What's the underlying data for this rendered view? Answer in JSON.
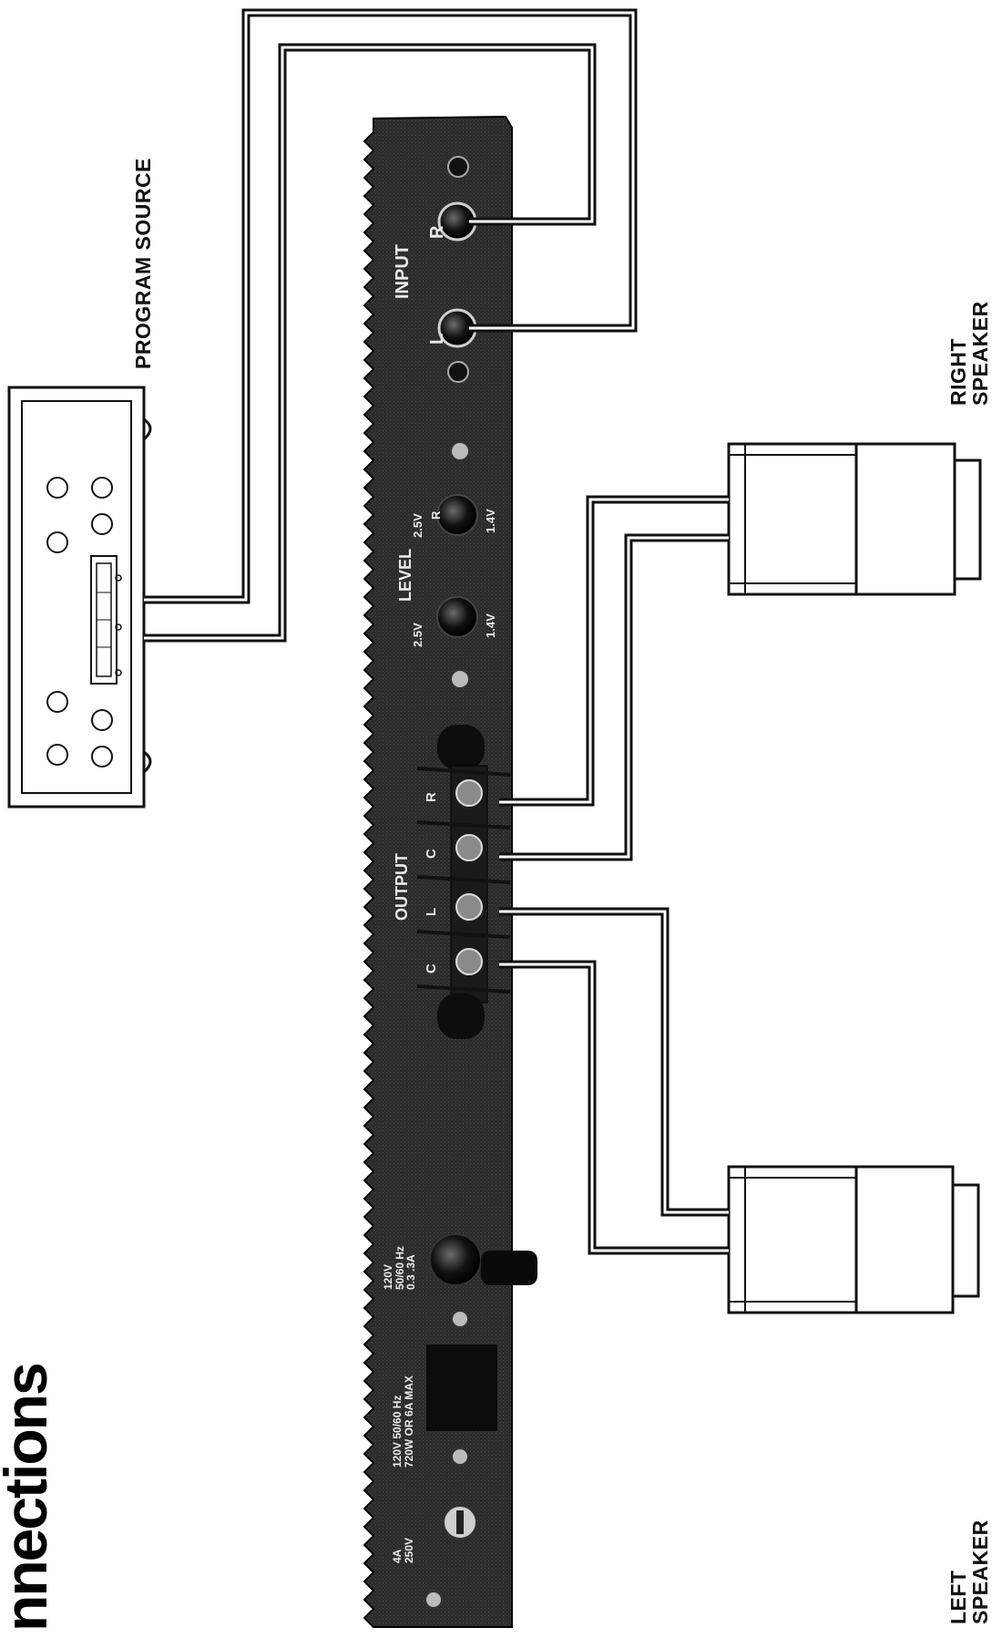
{
  "title": "nnections",
  "program_source": {
    "label": "PROGRAM SOURCE"
  },
  "speakers": {
    "right_label": "RIGHT\nSPEAKER",
    "left_label": "LEFT\nSPEAKER"
  },
  "panel": {
    "input_label": "INPUT",
    "input_left": "L",
    "input_right": "R",
    "level_label": "LEVEL",
    "level_left_top": "2.5V",
    "level_left_bottom": "1.4V",
    "level_right_top": "2.5V",
    "level_right_r": "R",
    "level_right_bottom": "1.4V",
    "output_label": "OUTPUT",
    "output_terminals": [
      "R",
      "C",
      "L",
      "C"
    ],
    "power_rating": "120V\n50/60 Hz\n0.3 .3A",
    "outlet_rating": "120V 50/60 Hz\n720W OR 6A MAX",
    "fuse_rating": "4A\n250V"
  },
  "colors": {
    "panel": "#2b2b2b",
    "ink": "#111111",
    "paper": "#ffffff"
  }
}
